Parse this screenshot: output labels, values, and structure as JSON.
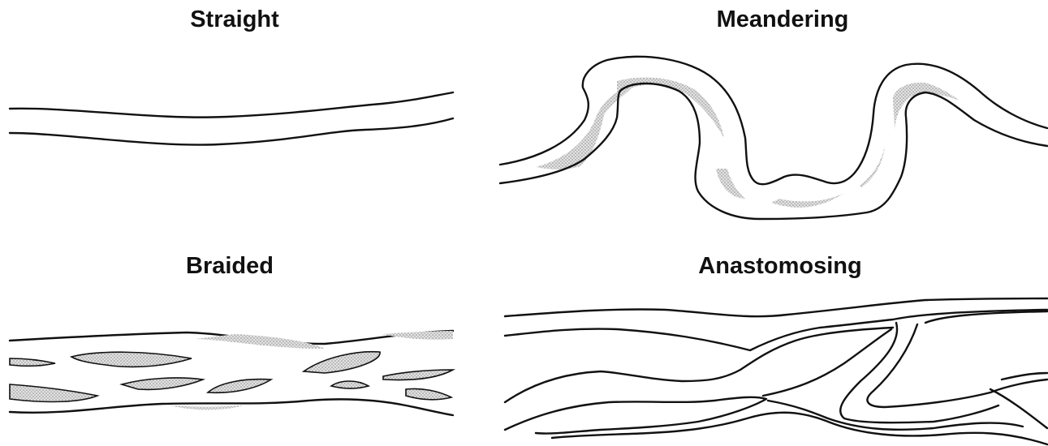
{
  "panels": [
    {
      "id": "straight",
      "title": "Straight"
    },
    {
      "id": "meandering",
      "title": "Meandering"
    },
    {
      "id": "braided",
      "title": "Braided"
    },
    {
      "id": "anastomosing",
      "title": "Anastomosing"
    }
  ],
  "colors": {
    "line": "#111111",
    "stipple": "#9a9a9a",
    "background": "#ffffff"
  }
}
